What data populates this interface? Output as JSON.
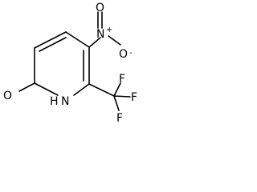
{
  "molecule": {
    "atoms": {
      "n_ring": "N",
      "h_ring": "H",
      "o_carbonyl": "O",
      "n_nitro": "N",
      "nitro_plus": "+",
      "o_nitro_top": "O",
      "o_nitro_right": "O",
      "nitro_minus": "-",
      "f_top": "F",
      "f_right": "F",
      "f_bottom": "F"
    }
  },
  "colors": {
    "bond": "#000000",
    "label": "#000000",
    "background": "#ffffff"
  }
}
